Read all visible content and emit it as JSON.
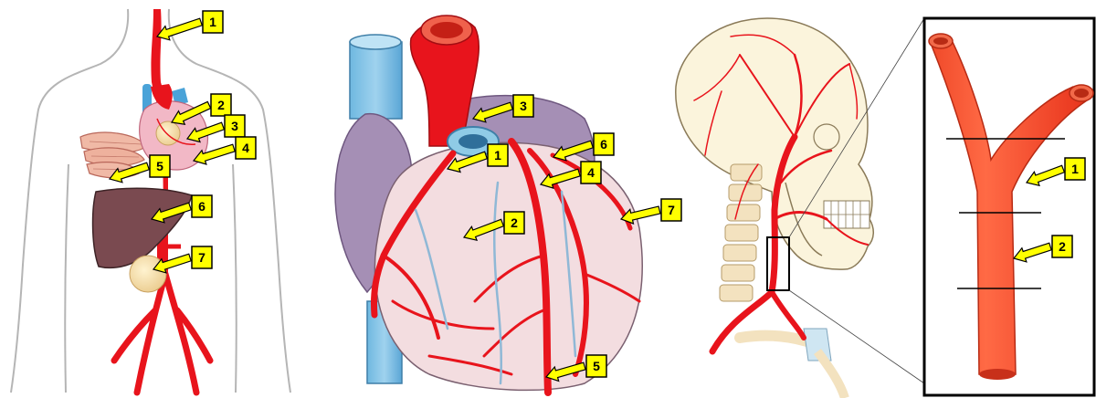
{
  "panels": [
    {
      "id": "body",
      "markers": [
        {
          "label": "1",
          "target": "thoracic-aorta"
        },
        {
          "label": "2",
          "target": "heart-fat"
        },
        {
          "label": "3",
          "target": "heart"
        },
        {
          "label": "4",
          "target": "heart-lower"
        },
        {
          "label": "5",
          "target": "skeletal-muscle"
        },
        {
          "label": "6",
          "target": "liver"
        },
        {
          "label": "7",
          "target": "pancreas"
        }
      ]
    },
    {
      "id": "heart",
      "markers": [
        {
          "label": "1",
          "target": "coronary-ostium"
        },
        {
          "label": "2",
          "target": "myocardium"
        },
        {
          "label": "3",
          "target": "aortic-arch-base"
        },
        {
          "label": "4",
          "target": "left-anterior-descending"
        },
        {
          "label": "5",
          "target": "apex-artery"
        },
        {
          "label": "6",
          "target": "left-main"
        },
        {
          "label": "7",
          "target": "circumflex-branch"
        }
      ]
    },
    {
      "id": "head",
      "markers": []
    },
    {
      "id": "bifurcation",
      "markers": [
        {
          "label": "1",
          "target": "carotid-bifurcation"
        },
        {
          "label": "2",
          "target": "common-carotid"
        }
      ]
    }
  ],
  "colors": {
    "artery": "#e8141c",
    "vein": "#4aa3d8",
    "label_fill": "#ffff00",
    "arrow_fill": "#ffff00",
    "outline": "#000000",
    "body_outline": "#b5b5b5",
    "heart_purple": "#a58fb5",
    "myocardium": "#f3dde0",
    "liver": "#7a4a50",
    "bone": "#f3e2bf"
  }
}
